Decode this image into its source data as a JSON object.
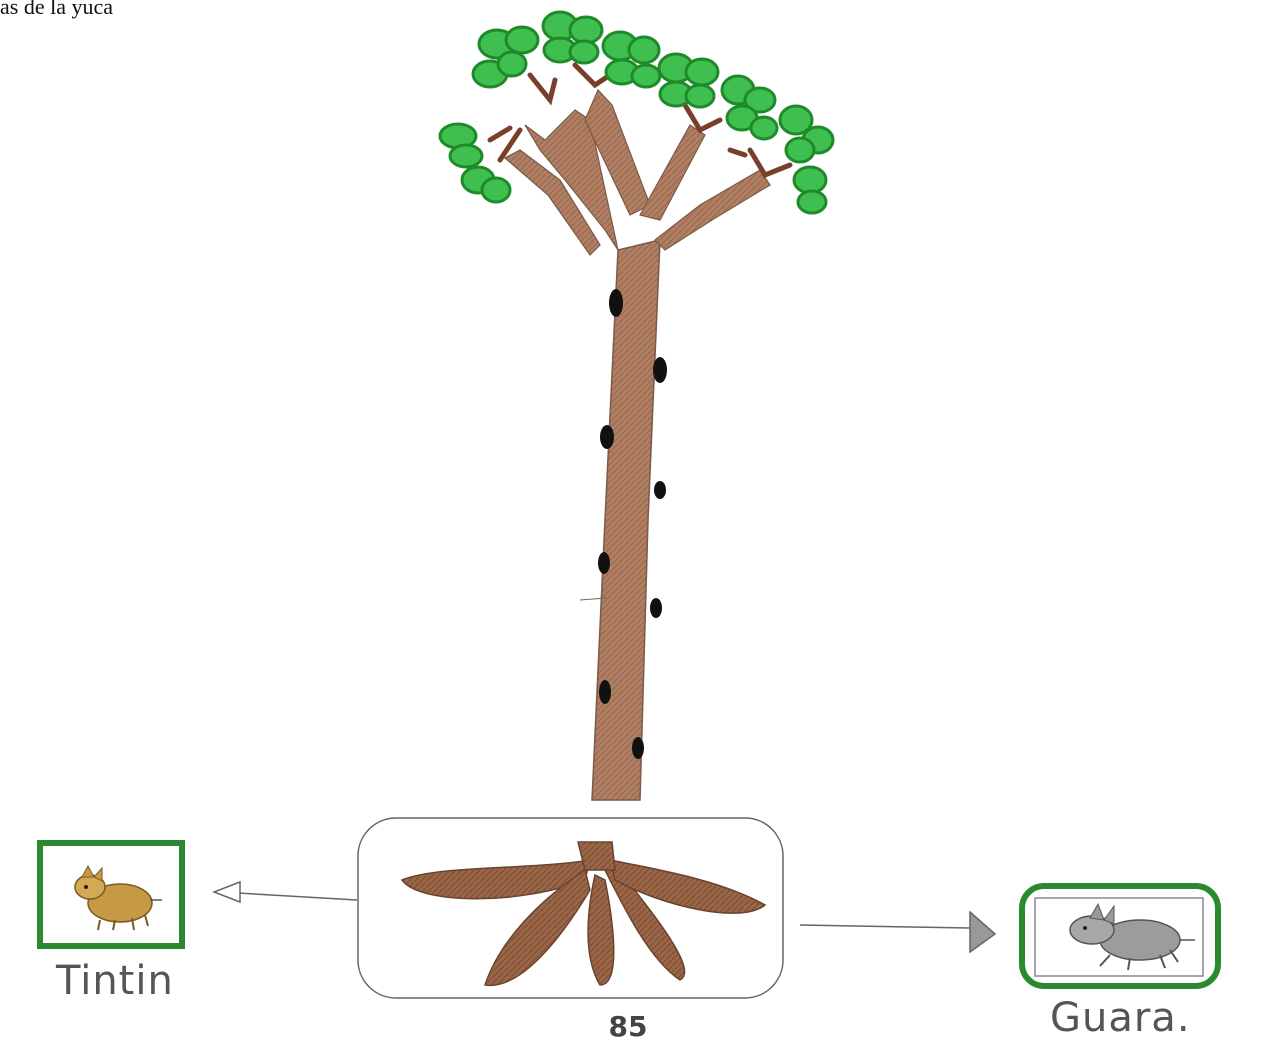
{
  "caption": "as de la yuca",
  "page_number": "85",
  "labels": {
    "left_animal": "Tintin",
    "right_animal": "Guara."
  },
  "colors": {
    "leaf_fill": "#3fbf4f",
    "leaf_stroke": "#1f8a2a",
    "trunk": "#a9765a",
    "root": "#8a5a3a",
    "branch_twig": "#7a3f2a",
    "frame_green": "#2a8a30",
    "spot": "#111111"
  },
  "icons": {
    "left_animal": "agouti-icon",
    "right_animal": "guara-icon",
    "left_arrow": "arrow-left-icon",
    "right_arrow": "arrow-right-icon"
  }
}
